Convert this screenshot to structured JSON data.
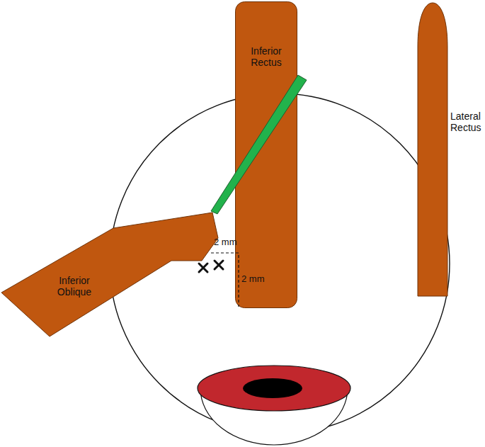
{
  "diagram": {
    "nodes": [
      {
        "text": [
          "Inferior Rectus"
        ]
      },
      {
        "text": [
          "Lateral Rectus"
        ]
      },
      {
        "text": [
          "Inferior Oblique"
        ]
      }
    ],
    "labels": [
      "2 mm",
      "2 mm"
    ]
  }
}
